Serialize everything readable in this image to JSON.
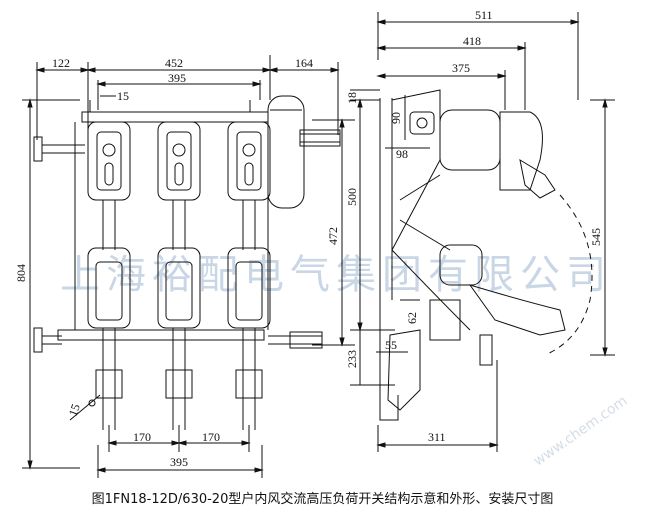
{
  "dimensions": {
    "front_122": "122",
    "front_452": "452",
    "front_164": "164",
    "front_395_top": "395",
    "front_15_top": "15",
    "front_804": "804",
    "front_472": "472",
    "front_15_bottom": "15",
    "front_170_left": "170",
    "front_170_right": "170",
    "front_395_bottom": "395",
    "side_511": "511",
    "side_418": "418",
    "side_375": "375",
    "side_18": "18",
    "side_90": "90",
    "side_98": "98",
    "side_500": "500",
    "side_545": "545",
    "side_62": "62",
    "side_55": "55",
    "side_233": "233",
    "side_311": "311"
  },
  "watermark": {
    "text": "上海裕配电气集团有限公司",
    "site": "www.chem.com"
  },
  "caption": "图1FN18-12D/630-20型户内风交流高压负荷开关结构示意和外形、安装尺寸图",
  "colors": {
    "line": "#111111",
    "watermark": "#c9d6e6",
    "background": "#ffffff"
  }
}
